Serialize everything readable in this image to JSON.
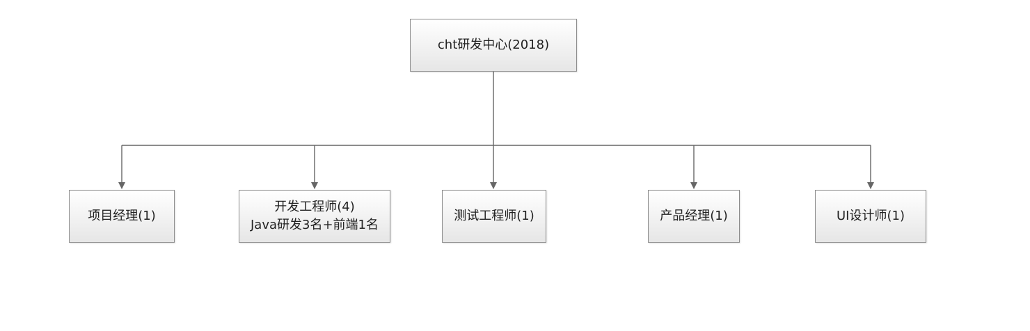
{
  "colors": {
    "node_border": "#8c8c8c",
    "node_fill_top": "#ffffff",
    "node_fill_bottom": "#e6e6e6",
    "connector": "#666666",
    "text": "#222222"
  },
  "root": {
    "label": "cht研发中心(2018)"
  },
  "children": [
    {
      "label": "项目经理(1)",
      "sublabel": ""
    },
    {
      "label": "开发工程师(4)",
      "sublabel": "Java研发3名+前端1名"
    },
    {
      "label": "测试工程师(1)",
      "sublabel": ""
    },
    {
      "label": "产品经理(1)",
      "sublabel": ""
    },
    {
      "label": "UI设计师(1)",
      "sublabel": ""
    }
  ]
}
